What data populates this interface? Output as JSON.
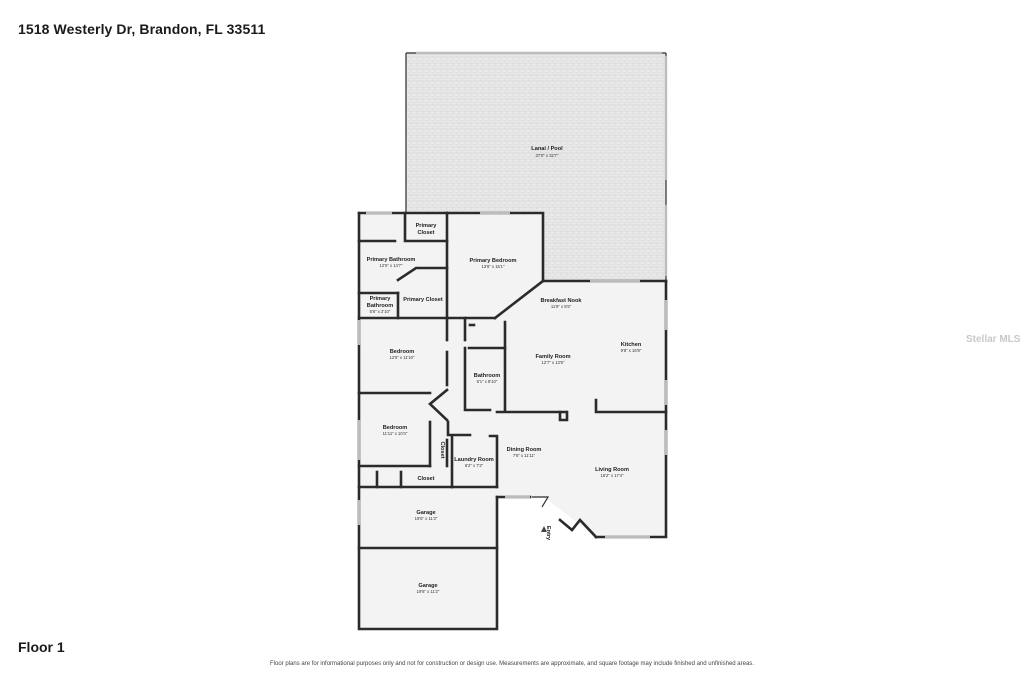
{
  "header": {
    "address": "1518 Westerly Dr, Brandon, FL 33511"
  },
  "footer": {
    "floor_label": "Floor 1",
    "disclaimer": "Floor plans are for informational purposes only and not for construction or design use. Measurements are approximate, and square footage may include finished and unfinished areas."
  },
  "watermark": "Stellar MLS",
  "rooms": {
    "lanai": {
      "name": "Lanai / Pool",
      "dims": "37'0\" x 32'7\""
    },
    "primary_closet_top": {
      "name": "Primary Closet",
      "name2": "Closet"
    },
    "primary_bathroom": {
      "name": "Primary Bathroom",
      "dims": "12'5\" x 14'7\""
    },
    "primary_bedroom": {
      "name": "Primary Bedroom",
      "dims": "13'8\" x 15'1\""
    },
    "primary_bathroom_small": {
      "name": "Primary",
      "name2": "Bathroom",
      "dims": "5'6\" x 2'10\""
    },
    "primary_closet_mid": {
      "name": "Primary Closet"
    },
    "breakfast_nook": {
      "name": "Breakfast Nook",
      "dims": "11'9\" x 5'5\""
    },
    "kitchen": {
      "name": "Kitchen",
      "dims": "9'8\" x 16'8\""
    },
    "family_room": {
      "name": "Family Room",
      "dims": "12'7\" x 13'6\""
    },
    "bedroom_1": {
      "name": "Bedroom",
      "dims": "12'5\" x 11'10\""
    },
    "bathroom": {
      "name": "Bathroom",
      "dims": "5'1\" x 8'10\""
    },
    "bedroom_2": {
      "name": "Bedroom",
      "dims": "11'11\" x 10'4\""
    },
    "closet_vertical": {
      "name": "Closet"
    },
    "laundry_room": {
      "name": "Laundry Room",
      "dims": "6'2\" x 7'2\""
    },
    "dining_room": {
      "name": "Dining Room",
      "dims": "7'6\" x 11'11\""
    },
    "living_room": {
      "name": "Living Room",
      "dims": "16'2\" x 17'4\""
    },
    "closet_small": {
      "name": "Closet"
    },
    "garage_1": {
      "name": "Garage",
      "dims": "19'6\" x 11'3\""
    },
    "garage_2": {
      "name": "Garage",
      "dims": "19'6\" x 11'2\""
    },
    "entry": {
      "name": "Entry"
    }
  }
}
